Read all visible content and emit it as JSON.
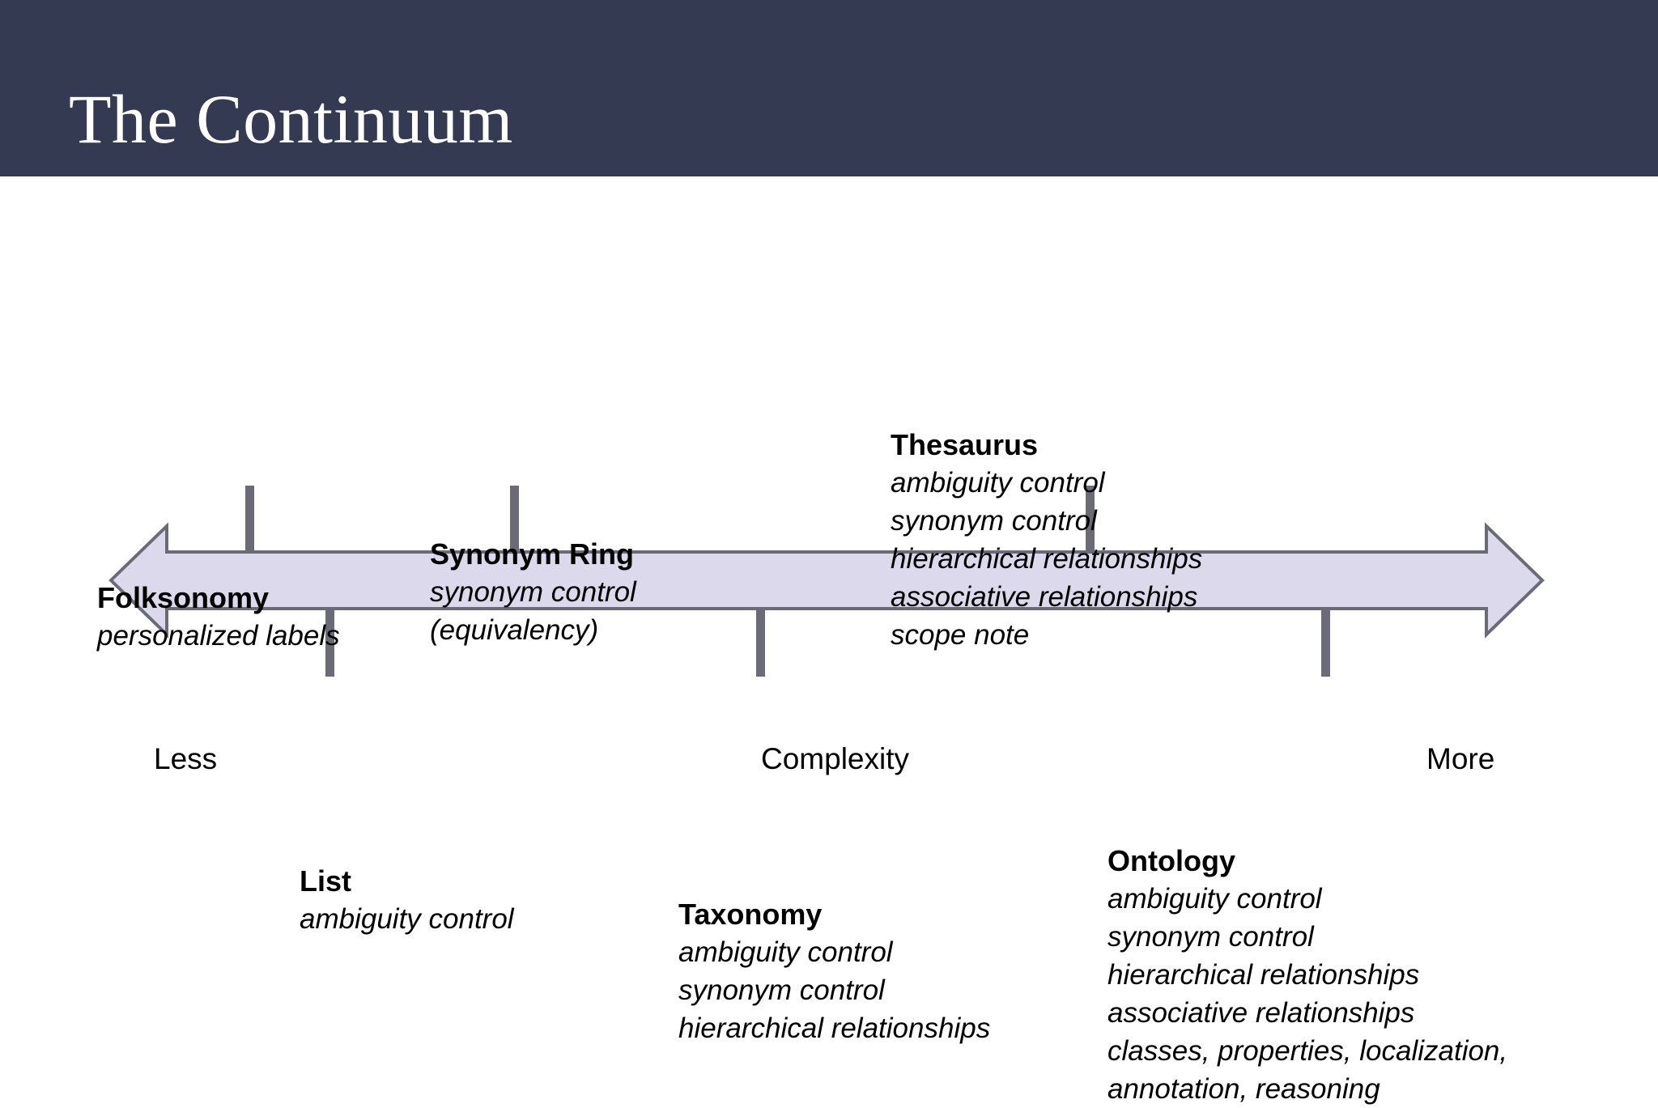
{
  "header": {
    "title": "The Continuum",
    "background_color": "#343a52",
    "title_color": "#ffffff"
  },
  "axis": {
    "left_label": "Less",
    "center_label": "Complexity",
    "right_label": "More",
    "fill_color": "#dcd9ec",
    "stroke_color": "#6b6b78",
    "tick_color": "#6b6b78"
  },
  "chart_data": {
    "type": "diagram",
    "title": "The Continuum",
    "axis_label": "Complexity",
    "axis_low": "Less",
    "axis_high": "More",
    "items": [
      {
        "name": "Folksonomy",
        "side": "above",
        "order": 1,
        "features": [
          "personalized labels"
        ]
      },
      {
        "name": "List",
        "side": "below",
        "order": 2,
        "features": [
          "ambiguity control"
        ]
      },
      {
        "name": "Synonym Ring",
        "side": "above",
        "order": 3,
        "features": [
          "synonym control",
          "(equivalency)"
        ]
      },
      {
        "name": "Taxonomy",
        "side": "below",
        "order": 4,
        "features": [
          "ambiguity control",
          "synonym control",
          "hierarchical relationships"
        ]
      },
      {
        "name": "Thesaurus",
        "side": "above",
        "order": 5,
        "features": [
          "ambiguity control",
          "synonym control",
          "hierarchical relationships",
          "associative relationships",
          "scope note"
        ]
      },
      {
        "name": "Ontology",
        "side": "below",
        "order": 6,
        "features": [
          "ambiguity control",
          "synonym control",
          "hierarchical relationships",
          "associative relationships",
          "classes, properties, localization,",
          "annotation, reasoning"
        ]
      }
    ]
  }
}
